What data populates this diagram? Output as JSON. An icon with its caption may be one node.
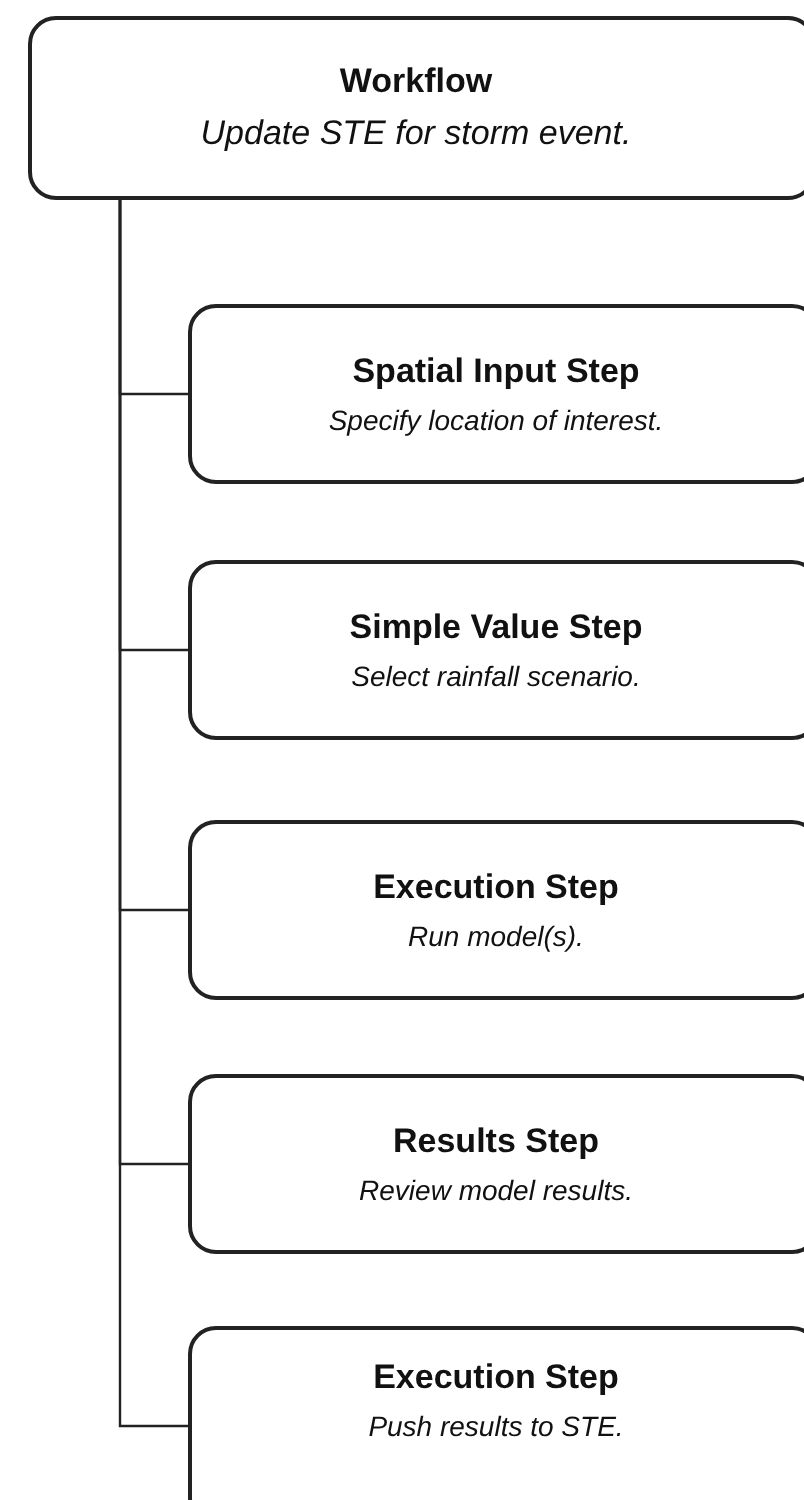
{
  "diagram": {
    "nodes": [
      {
        "text": [
          "Workflow",
          "Update STE for storm event."
        ]
      },
      {
        "text": [
          "Spatial Input Step",
          "Specify location of interest."
        ]
      },
      {
        "text": [
          "Simple Value Step",
          "Select rainfall scenario."
        ]
      },
      {
        "text": [
          "Execution Step",
          "Run model(s)."
        ]
      },
      {
        "text": [
          "Results Step",
          "Review model results."
        ]
      },
      {
        "text": [
          "Execution Step",
          "Push results to STE."
        ]
      }
    ],
    "edges": [
      {
        "from": 0,
        "to": 1,
        "arrow": "none"
      },
      {
        "from": 0,
        "to": 2,
        "arrow": "none"
      },
      {
        "from": 0,
        "to": 3,
        "arrow": "none"
      },
      {
        "from": 0,
        "to": 4,
        "arrow": "none"
      },
      {
        "from": 0,
        "to": 5,
        "arrow": "none"
      }
    ]
  }
}
